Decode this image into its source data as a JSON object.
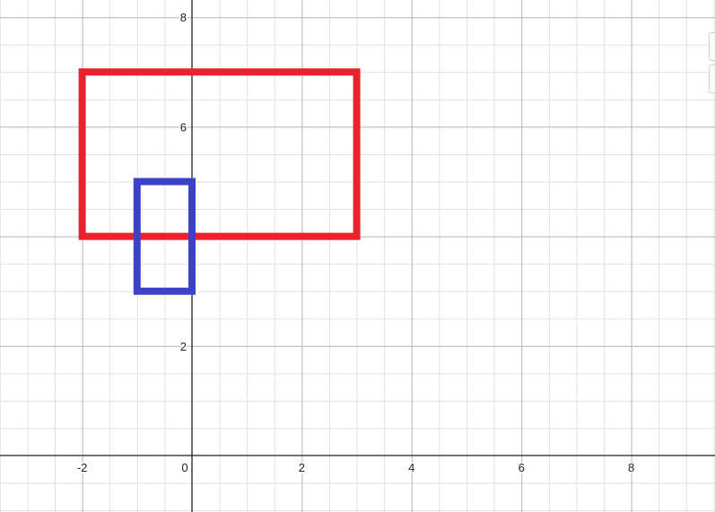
{
  "chart_data": {
    "type": "line",
    "title": "",
    "xlabel": "",
    "ylabel": "",
    "xlim": [
      -3.5,
      9.5
    ],
    "ylim": [
      -1,
      8.3
    ],
    "grid": true,
    "major_step": 2,
    "minor_step": 0.5,
    "x_ticks": [
      -2,
      0,
      2,
      4,
      6,
      8
    ],
    "y_ticks": [
      2,
      6,
      8
    ],
    "x_tick_labels": [
      "-2",
      "0",
      "2",
      "4",
      "6",
      "8"
    ],
    "y_tick_labels": [
      "2",
      "6",
      "8"
    ],
    "series": [
      {
        "color": "#e8232b",
        "points": [
          [
            -2,
            4
          ],
          [
            3,
            4
          ],
          [
            3,
            7
          ],
          [
            -2,
            7
          ],
          [
            -2,
            4
          ]
        ]
      },
      {
        "color": "#3b42c8",
        "points": [
          [
            -1,
            3
          ],
          [
            0,
            3
          ],
          [
            0,
            5
          ],
          [
            -1,
            5
          ],
          [
            -1,
            3
          ]
        ]
      }
    ]
  }
}
